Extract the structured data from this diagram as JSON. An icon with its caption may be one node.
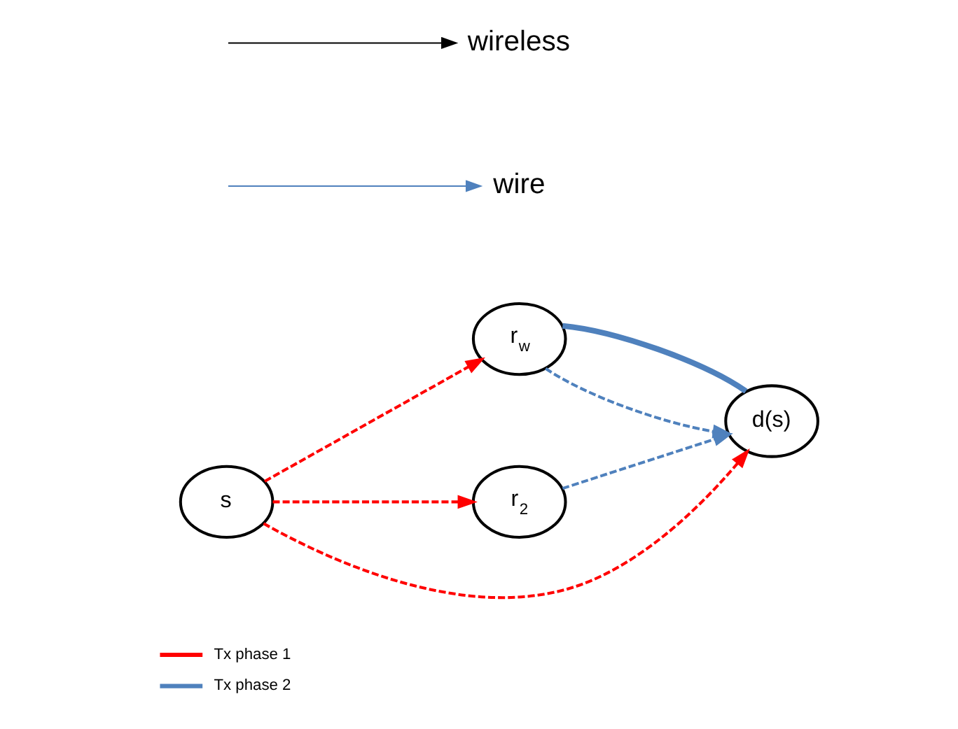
{
  "diagram": {
    "nodes": [
      {
        "text": [
          "s"
        ]
      },
      {
        "text": [
          "r$_{w}$"
        ]
      },
      {
        "text": [
          "r$_{2}$"
        ]
      },
      {
        "text": [
          "d(s)"
        ]
      },
      {
        "text": [
          "wire"
        ]
      },
      {
        "text": [
          "wireless"
        ]
      }
    ],
    "edges": [
      {
        "from": 0,
        "to": 1,
        "arrow": "to",
        "style": "dashed",
        "color": "#ff0000"
      },
      {
        "from": 0,
        "to": 3,
        "arrow": "to",
        "style": "dashed",
        "color": "#ff0000"
      },
      {
        "from": 0,
        "to": 2,
        "arrow": "to",
        "style": "dashed",
        "color": "#ff0000"
      },
      {
        "from": 1,
        "to": 3,
        "arrow": "to",
        "style": "dashed",
        "color": "#4f81bd"
      },
      {
        "from": 2,
        "to": 3,
        "arrow": "to",
        "style": "dashed",
        "color": "#4f81bd"
      },
      {
        "from": 1,
        "to": 3,
        "arrow": "none",
        "style": "thick",
        "color": "#4f81bd"
      },
      {
        "from": null,
        "to": 4,
        "arrow": "to",
        "color": "#4f81bd"
      },
      {
        "from": null,
        "to": 5,
        "arrow": "to",
        "color": "#000000"
      }
    ],
    "legend": [
      {
        "text": "Tx phase 1",
        "color": "#ff0000"
      },
      {
        "text": "Tx phase 2",
        "color": "#4f81bd"
      }
    ]
  }
}
